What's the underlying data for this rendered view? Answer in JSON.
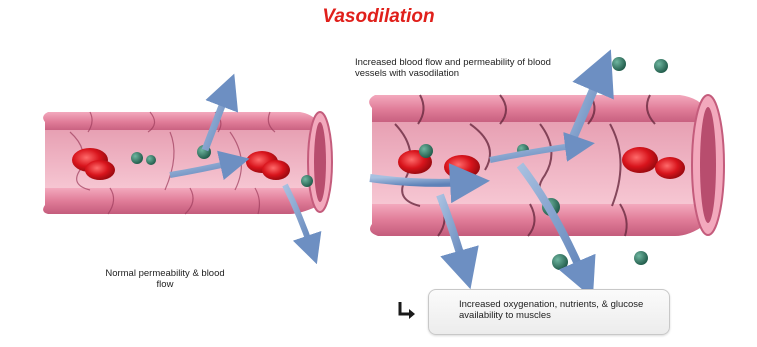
{
  "title": "Vasodilation",
  "labels": {
    "normal": "Normal permeability & blood flow",
    "increased": "Increased blood flow and permeability of blood vessels with vasodilation",
    "result": "Increased oxygenation, nutrients, & glucose availability to muscles"
  },
  "colors": {
    "title": "#e0201b",
    "vessel_wall": "#e88aa3",
    "vessel_lumen": "#f4b9c8",
    "red_blood_cell": "#d8141c",
    "particle": "#2f7a64",
    "arrow": "#7fa0cc"
  }
}
